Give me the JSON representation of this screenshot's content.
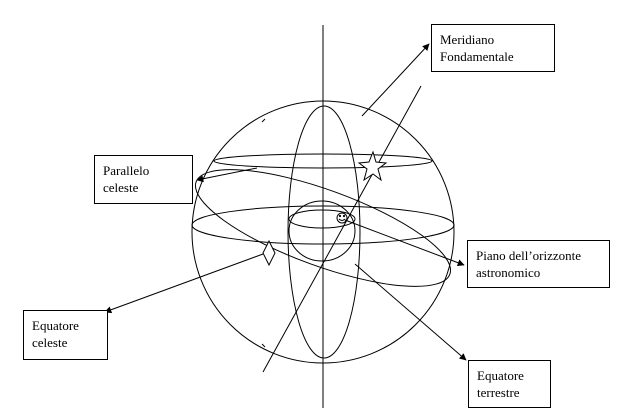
{
  "labels": {
    "meridian": [
      "Meridiano",
      "Fondamentale"
    ],
    "parallel": [
      "Parallelo",
      "celeste"
    ],
    "horizon": [
      "Piano dell’orizzonte",
      "astronomico"
    ],
    "celestial_equator": [
      "Equatore",
      "celeste"
    ],
    "terrestrial_equator": [
      "Equatore",
      "terrestre"
    ]
  },
  "colors": {
    "stroke": "#000000",
    "background": "#ffffff"
  },
  "icons": [
    "star-icon",
    "smiley-icon",
    "diamond-marker-icon"
  ]
}
